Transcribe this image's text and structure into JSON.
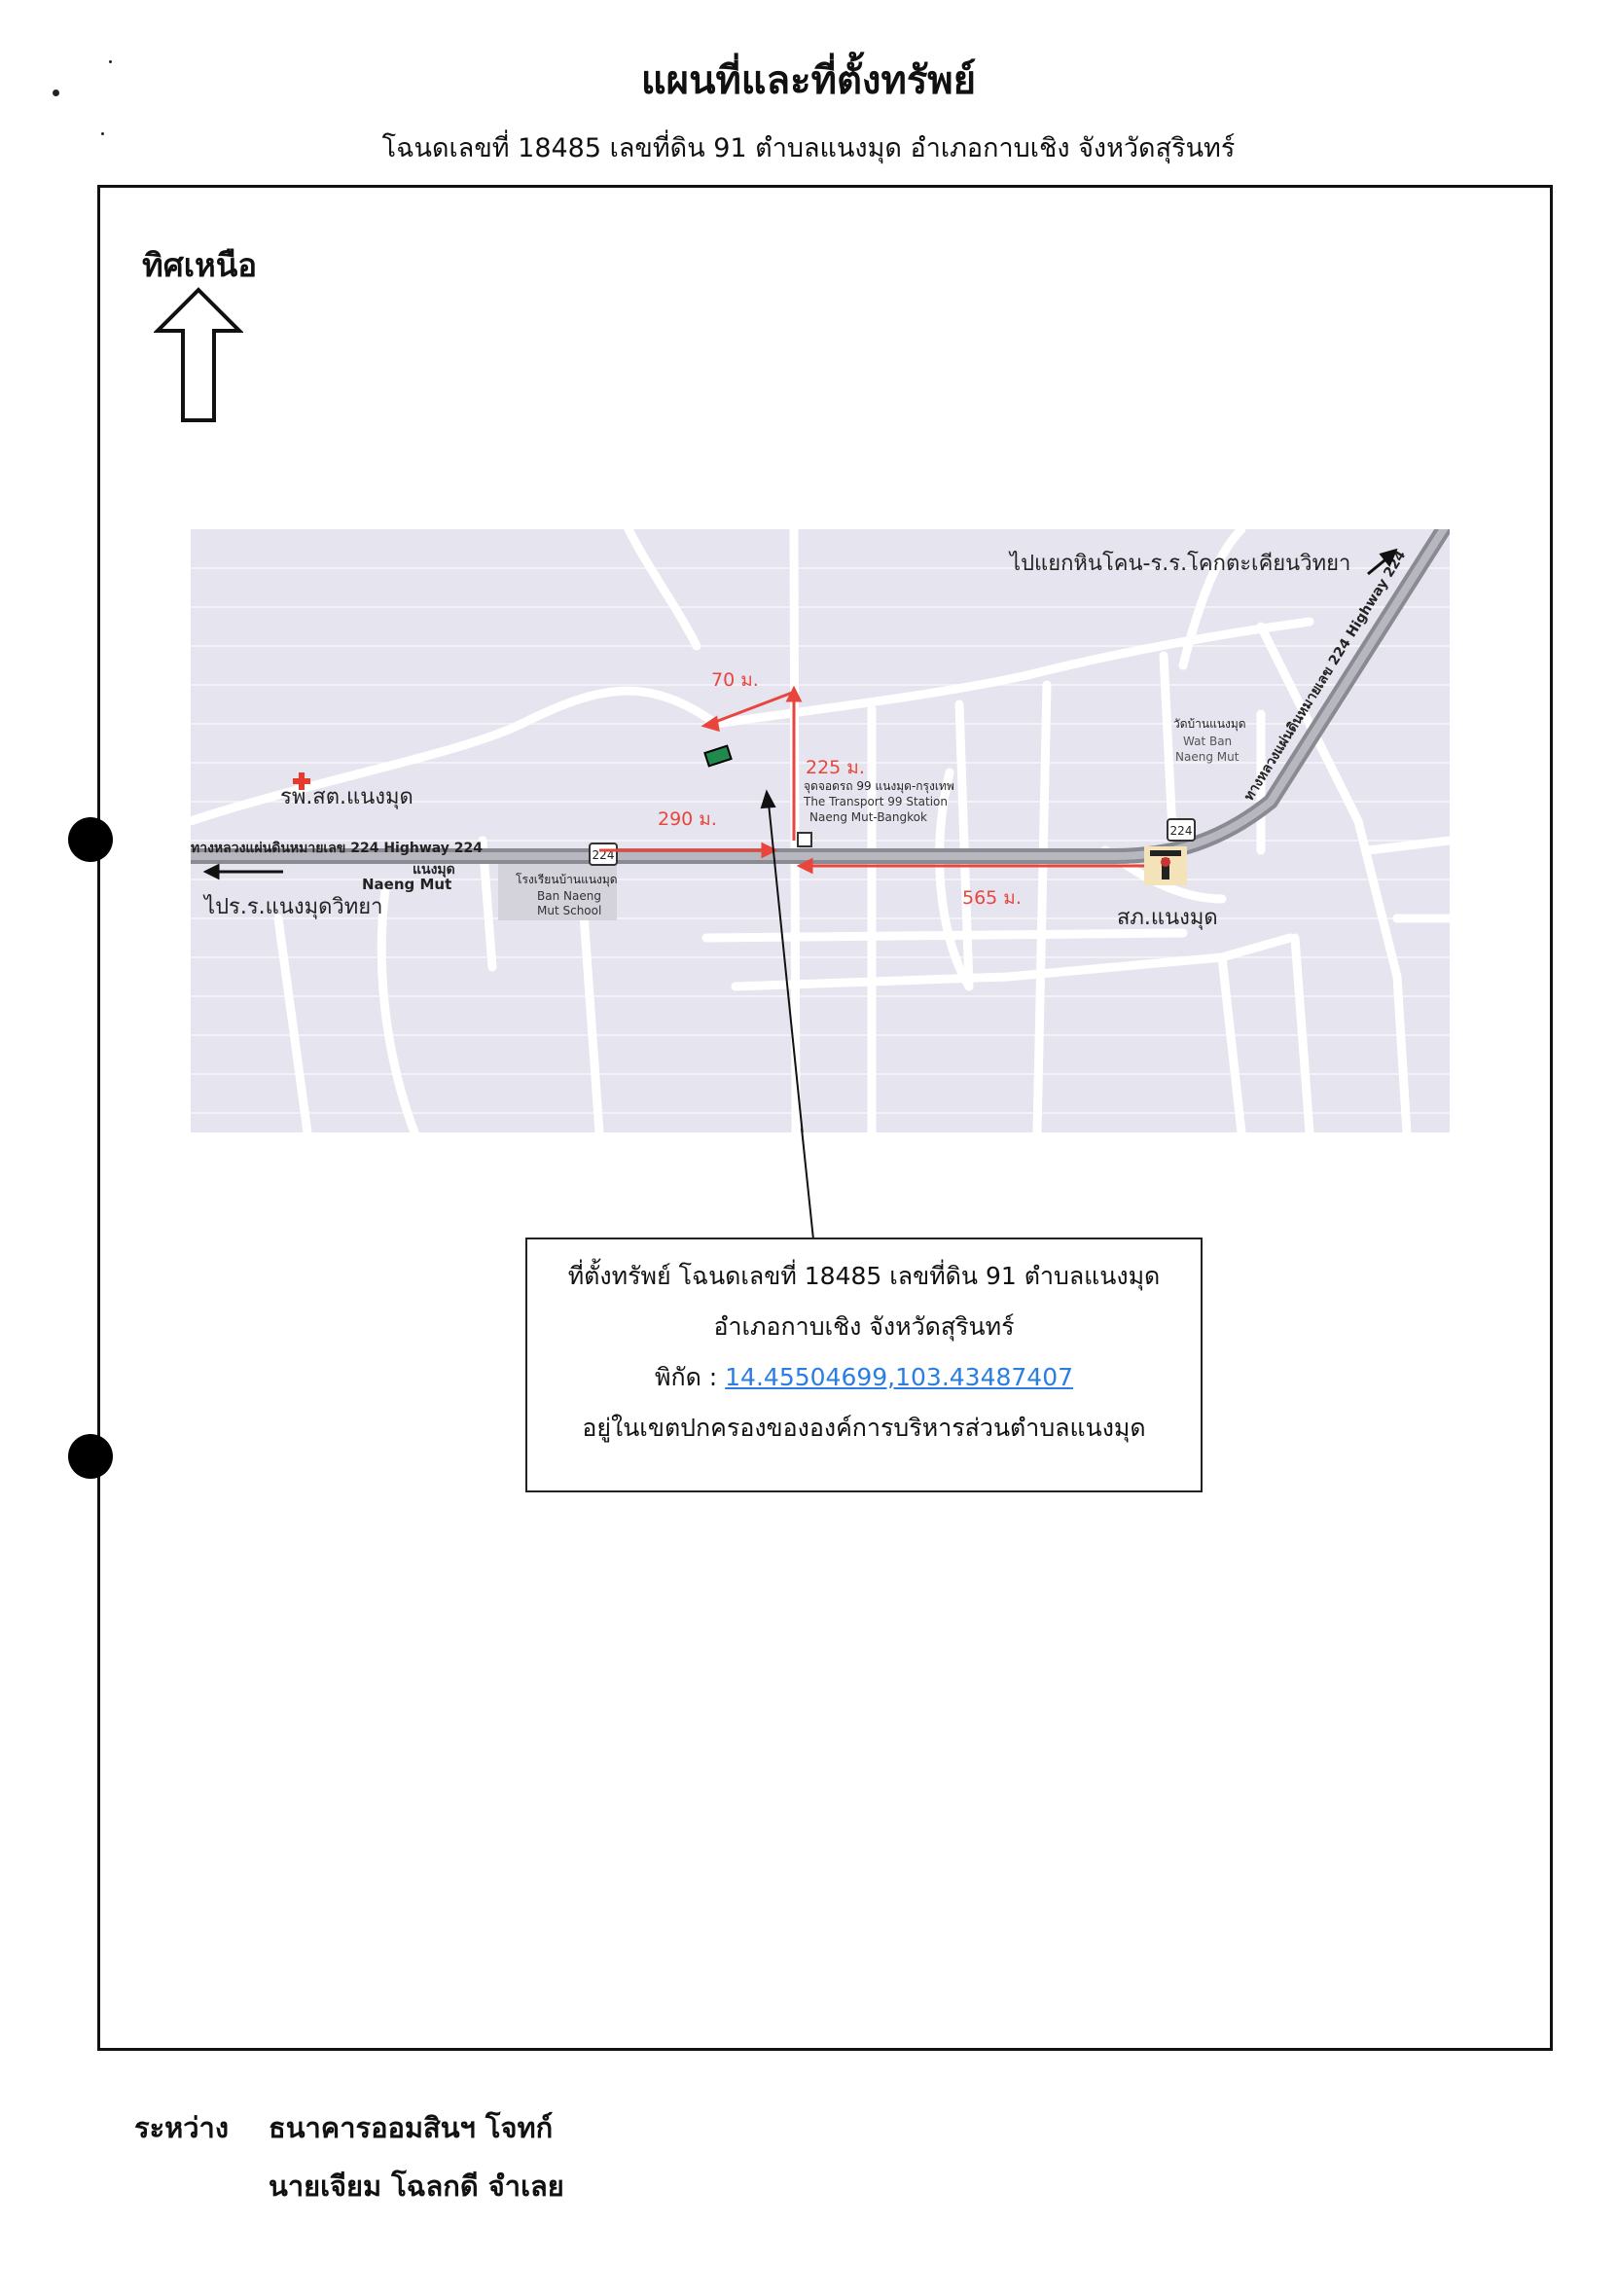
{
  "header": {
    "title": "แผนที่และที่ตั้งทรัพย์",
    "subtitle": "โฉนดเลขที่ 18485 เลขที่ดิน 91 ตำบลแนงมุด อำเภอกาบเชิง จังหวัดสุรินทร์"
  },
  "north": {
    "label": "ทิศเหนือ",
    "icon": "north-arrow-icon"
  },
  "map": {
    "labels": {
      "to_hinkhon": "ไปแยกหินโคน-ร.ร.โคกตะเคียนวิทยา",
      "highway_ne": "ทางหลวงแผ่นดินหมายเลข 224 Highway 224",
      "highway_w": "ทางหลวงแผ่นดินหมายเลข 224 Highway 224",
      "hospital": "รพ.สต.แนงมุด",
      "to_school": "ไปร.ร.แนงมุดวิทยา",
      "village_th": "แนงมุด",
      "village_en": "Naeng Mut",
      "school_th": "โรงเรียนบ้านแนงมุด",
      "school_en_1": "Ban Naeng",
      "school_en_2": "Mut School",
      "station_th": "จุดจอดรถ 99 แนงมุด-กรุงเทพ",
      "station_en_1": "The Transport 99 Station",
      "station_en_2": "Naeng Mut-Bangkok",
      "temple_th": "วัดบ้านแนงมุด",
      "temple_en_1": "Wat Ban",
      "temple_en_2": "Naeng Mut",
      "police": "สภ.แนงมุด",
      "route_number": "224"
    },
    "distances": {
      "d70": "70 ม.",
      "d225": "225 ม.",
      "d290": "290 ม.",
      "d565": "565 ม."
    },
    "colors": {
      "background": "#e6e4ee",
      "road": "#ffffff",
      "highway": "#9a9aa2",
      "route": "#e8453c",
      "parcel": "#1f8a4c",
      "hospital_cross": "#e63a2e"
    }
  },
  "callout": {
    "line1": "ที่ตั้งทรัพย์ โฉนดเลขที่ 18485 เลขที่ดิน 91 ตำบลแนงมุด",
    "line2": "อำเภอกาบเชิง จังหวัดสุรินทร์",
    "coord_label": "พิกัด :",
    "coord_value": "14.45504699,103.43487407",
    "line4": "อยู่ในเขตปกครองขององค์การบริหารส่วนตำบลแนงมุด"
  },
  "footer": {
    "between_label": "ระหว่าง",
    "party1": "ธนาคารออมสินฯ โจทก์",
    "party2": "นายเจียม โฉลกดี จำเลย"
  }
}
